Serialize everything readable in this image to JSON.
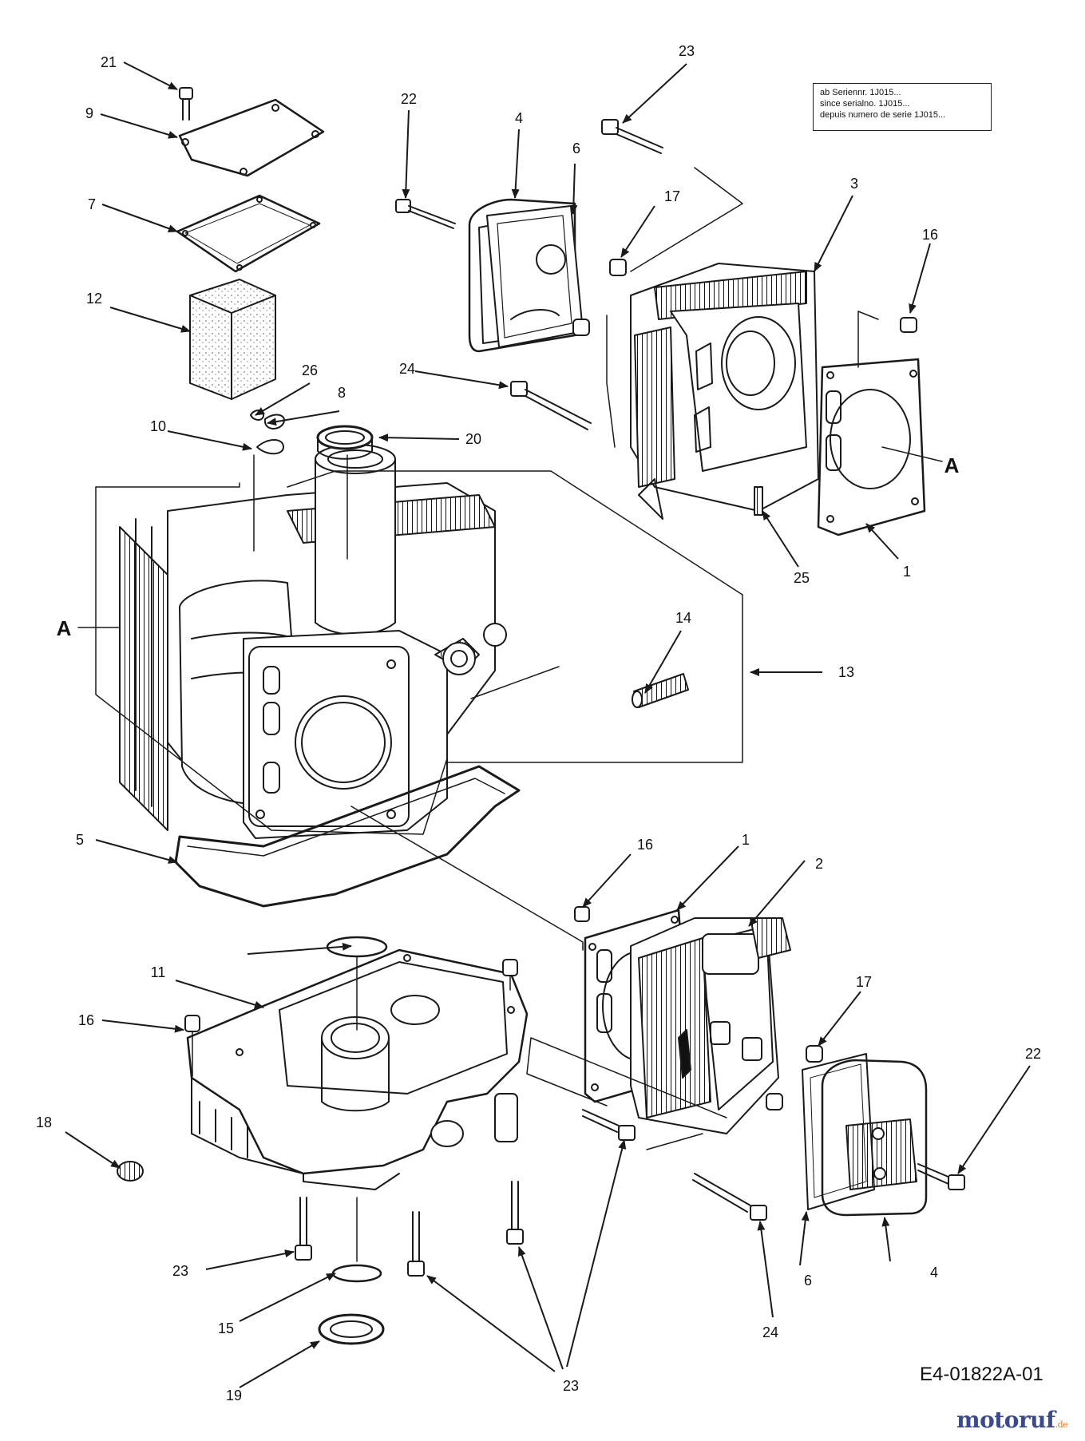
{
  "diagram": {
    "callouts": [
      "1",
      "2",
      "3",
      "4",
      "5",
      "6",
      "7",
      "8",
      "9",
      "10",
      "11",
      "12",
      "13",
      "14",
      "15",
      "16",
      "17",
      "18",
      "19",
      "20",
      "21",
      "22",
      "23",
      "24",
      "25",
      "26"
    ],
    "section_marker": "A",
    "note": {
      "line1": "ab Seriennr. 1J015...",
      "line2": "since serialno. 1J015...",
      "line3": "depuis numero de serie 1J015..."
    },
    "drawing_code": "E4-01822A-01"
  },
  "logo": {
    "text": "motoruf",
    "suffix": ".de",
    "color_main": "#3b4a8e",
    "color_accent": "#e07a1a"
  },
  "colors": {
    "line": "#1a1a1a",
    "background": "#ffffff"
  }
}
